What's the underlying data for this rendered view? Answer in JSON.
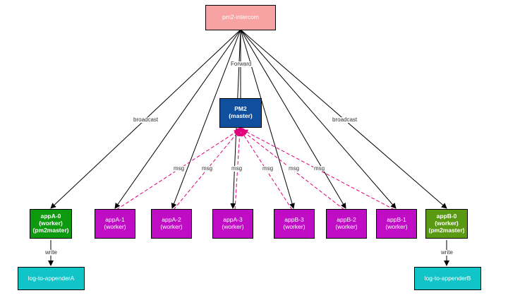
{
  "nodes": {
    "intercom": "pm2-intercom",
    "pm2_master": {
      "line1": "PM2",
      "line2": "(master)"
    },
    "appA0": {
      "line1": "appA-0",
      "line2": "(worker)",
      "line3": "(pm2master)"
    },
    "appA1": {
      "line1": "appA-1",
      "line2": "(worker)"
    },
    "appA2": {
      "line1": "appA-2",
      "line2": "(worker)"
    },
    "appA3": {
      "line1": "appA-3",
      "line2": "(worker)"
    },
    "appB3": {
      "line1": "appB-3",
      "line2": "(worker)"
    },
    "appB2": {
      "line1": "appB-2",
      "line2": "(worker)"
    },
    "appB1": {
      "line1": "appB-1",
      "line2": "(worker)"
    },
    "appB0": {
      "line1": "appB-0",
      "line2": "(worker)",
      "line3": "(pm2master)"
    },
    "logA": "log-to-appenderA",
    "logB": "log-to-appenderB"
  },
  "edge_labels": {
    "forward": "Forward",
    "broadcast_left": "broadcast",
    "broadcast_right": "broadcast",
    "msg": [
      "msg",
      "msg",
      "msg",
      "msg",
      "msg",
      "msg"
    ],
    "write_left": "write",
    "write_right": "write"
  },
  "colors": {
    "intercom": "#f8a3a3",
    "pm2_master": "#0f4f9e",
    "master_worker": "#0e9a0e",
    "master_worker_b": "#5a9a12",
    "worker": "#c10cc6",
    "appender": "#11c4c8",
    "msg_edge": "#e0007a",
    "edge": "#000000"
  }
}
